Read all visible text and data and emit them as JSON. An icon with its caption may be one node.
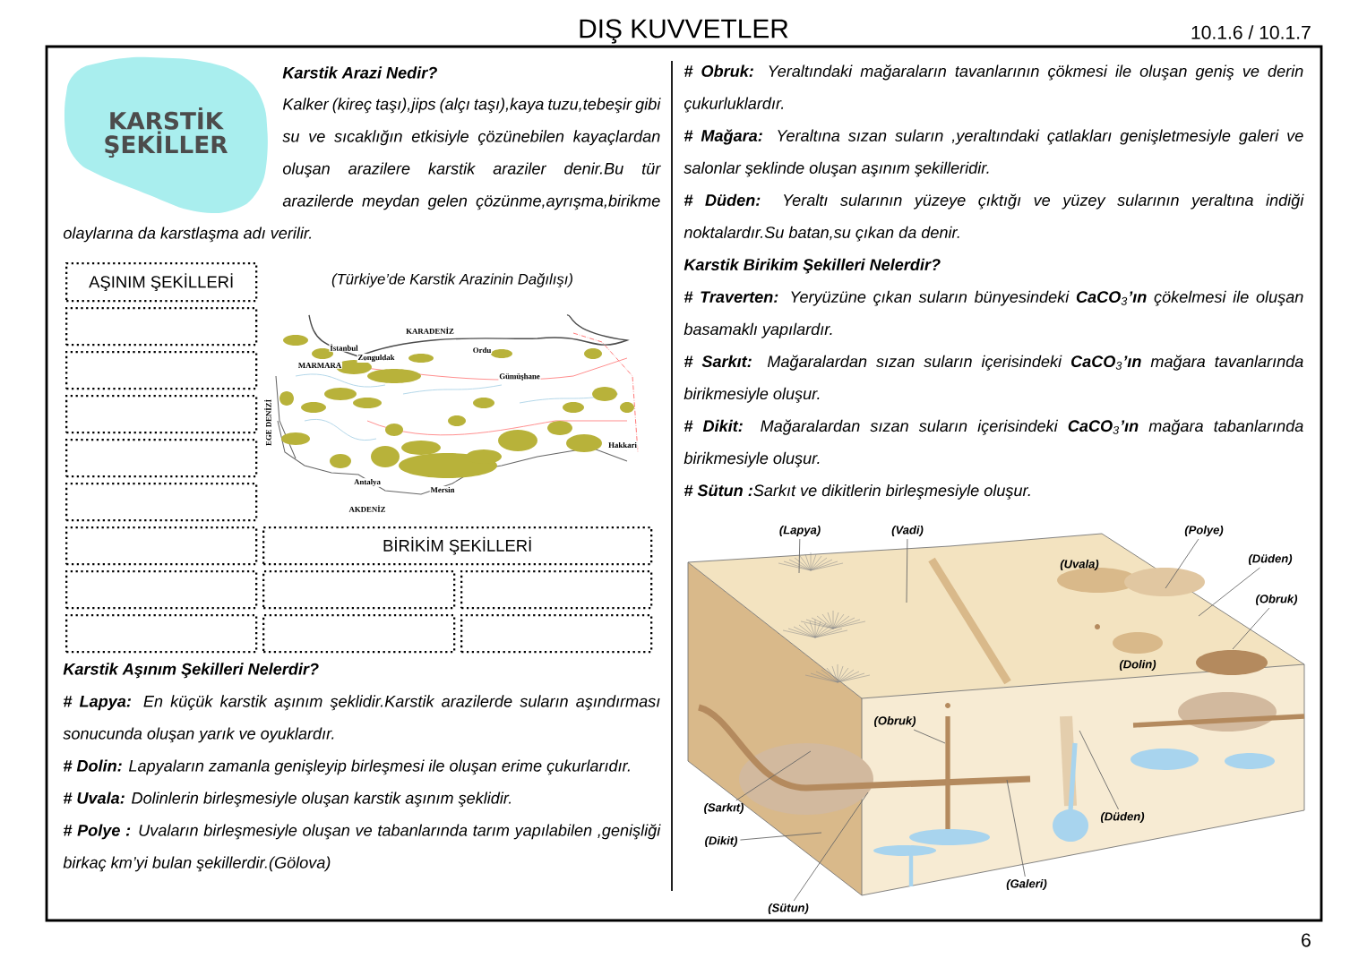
{
  "diagram": {
    "title": "DIŞ KUVVETLER",
    "nodes": [
      {
        "text": [
          "KARSTİK ŞEKİLLER"
        ]
      },
      {
        "text": [
          "AŞINIM ŞEKİLLERİ"
        ]
      },
      {
        "text": [],
        "shape": "box"
      },
      {
        "text": [],
        "shape": "box"
      },
      {
        "text": [],
        "shape": "box"
      },
      {
        "text": [],
        "shape": "box"
      },
      {
        "text": [],
        "shape": "box"
      },
      {
        "text": [],
        "shape": "box"
      },
      {
        "text": [
          "BİRİKİM ŞEKİLLERİ"
        ]
      },
      {
        "text": [],
        "shape": "box"
      },
      {
        "text": [],
        "shape": "box"
      },
      {
        "text": [],
        "shape": "box"
      },
      {
        "text": [],
        "shape": "box"
      },
      {
        "text": [],
        "shape": "box"
      },
      {
        "text": [],
        "shape": "box"
      },
      {
        "text": [
          "(Lapya)"
        ]
      },
      {
        "text": [
          "(Vadi)"
        ]
      },
      {
        "text": [
          "(Polye)"
        ]
      },
      {
        "text": [
          "(Düden)"
        ]
      },
      {
        "text": [
          "(Obruk)"
        ]
      },
      {
        "text": [
          "(Obruk)"
        ]
      },
      {
        "text": [
          "(Sarkıt)"
        ]
      },
      {
        "text": [
          "(Dikit)"
        ]
      },
      {
        "text": [
          "(Sütun)"
        ]
      },
      {
        "text": [
          "(Galeri)"
        ]
      },
      {
        "text": [
          "(Düden)"
        ]
      }
    ],
    "edges": [
      {
        "from": 15,
        "to": null,
        "arrow": "none"
      },
      {
        "from": 16,
        "to": null,
        "arrow": "none"
      },
      {
        "from": 17,
        "to": null,
        "arrow": "none"
      },
      {
        "from": 18,
        "to": null,
        "arrow": "none"
      },
      {
        "from": 19,
        "to": null,
        "arrow": "none"
      },
      {
        "from": 20,
        "to": null,
        "arrow": "none"
      },
      {
        "from": 21,
        "to": null,
        "arrow": "none"
      },
      {
        "from": 22,
        "to": null,
        "arrow": "none"
      },
      {
        "from": 23,
        "to": null,
        "arrow": "none"
      },
      {
        "from": 24,
        "to": null,
        "arrow": "none"
      },
      {
        "from": 25,
        "to": null,
        "arrow": "none"
      }
    ],
    "labels": [
      "10.1.6 / 10.1.7",
      "Karstik Arazi Nedir?",
      "Kalker (kireç taşı),jips (alçı taşı),kaya tuzu,tebeşir gibi su ve sıcaklığın etkisiyle çözünebilen kayaçlardan oluşan arazilere karstik araziler denir.Bu tür arazilerde meydan gelen çözünme,ayrışma,birikme olaylarına da karstlaşma adı verilir.",
      "(Türkiye’de Karstik Arazinin Dağılışı)",
      "KARADENİZ",
      "İstanbul",
      "Ordu",
      "Zonguldak",
      "MARMARA",
      "Gümüşhane",
      "EGE DENİZİ",
      "Hakkari",
      "Antalya",
      "Mersin",
      "AKDENİZ",
      "Karstik Aşınım Şekilleri Nelerdir?",
      "**# Lapya:** En küçük karstik aşınım şeklidir.Karstik arazilerde suların aşındırması sonucunda oluşan yarık ve oyuklardır.",
      "**# Dolin:** Lapyaların zamanla genişleyip birleşmesi ile oluşan erime çukurlarıdır.",
      "**# Uvala:** Dolinlerin birleşmesiyle oluşan karstik aşınım şeklidir.",
      "**# Polye :** Uvaların birleşmesiyle oluşan ve tabanlarında tarım yapılabilen ,genişliği birkaç km’yi bulan şekillerdir.(Gölova)",
      "**# Obruk:** Yeraltındaki mağaraların tavanlarının çökmesi ile oluşan geniş ve derin çukurluklardır.",
      "**# Mağara:** Yeraltına sızan suların ,yeraltındaki çatlakları genişletmesiyle galeri ve salonlar şeklinde oluşan aşınım şekilleridir.",
      "**# Düden:** Yeraltı sularının yüzeye çıktığı ve yüzey sularının yeraltına indiği noktalardır.Su batan,su çıkan da denir.",
      "Karstik Birikim Şekilleri Nelerdir?",
      "**# Traverten:** Yeryüzüne çıkan suların bünyesindeki **CaCO**$_{3}$**’ın** çökelmesi ile oluşan basamaklı yapılardır.",
      "**# Sarkıt:** Mağaralardan sızan suların içerisindeki **CaCO**$_{3}$**’ın** mağara tavanlarında birikmesiyle oluşur.",
      "**# Dikit:** Mağaralardan sızan suların içerisindeki **CaCO**$_{3}$**’ın** mağara tabanlarında birikmesiyle oluşur.",
      "**# Sütun :**Sarkıt ve dikitlerin birleşmesiyle oluşur.",
      "(Uvala)",
      "(Dolin)",
      "6"
    ]
  }
}
